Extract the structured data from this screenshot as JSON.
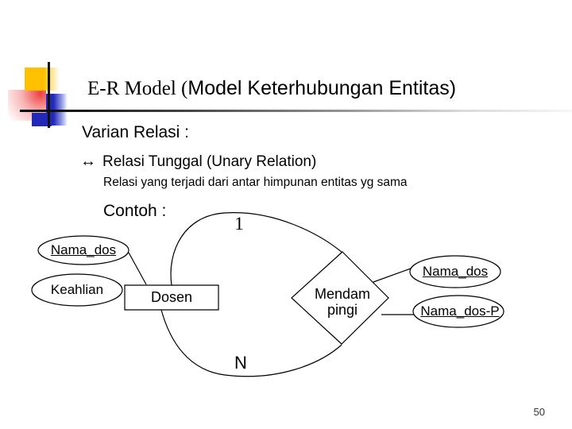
{
  "slide": {
    "title": {
      "serif_part": "E-R Model (",
      "sans_part": "Model Keterhubungan Entitas)"
    },
    "heading": "Varian Relasi :",
    "bullet": {
      "marker": "↔",
      "text": "Relasi Tunggal (Unary Relation)"
    },
    "sub_bullet": "Relasi yang terjadi dari antar himpunan entitas yg sama",
    "example_label": "Contoh :",
    "page_number": "50"
  },
  "diagram": {
    "entity": "Dosen",
    "relation": {
      "line1": "Mendam",
      "line2": "pingi"
    },
    "attributes": {
      "left_top": "Nama_dos",
      "left_bottom": "Keahlian",
      "right_top": "Nama_dos",
      "right_bottom": "Nama_dos-P"
    },
    "cardinality": {
      "one": "1",
      "many": "N"
    }
  },
  "colors": {
    "decoration_gold": "#ffc000",
    "decoration_blue": "#2228b8",
    "decoration_pink": "#ee4040",
    "line": "#000000",
    "background": "#ffffff"
  }
}
